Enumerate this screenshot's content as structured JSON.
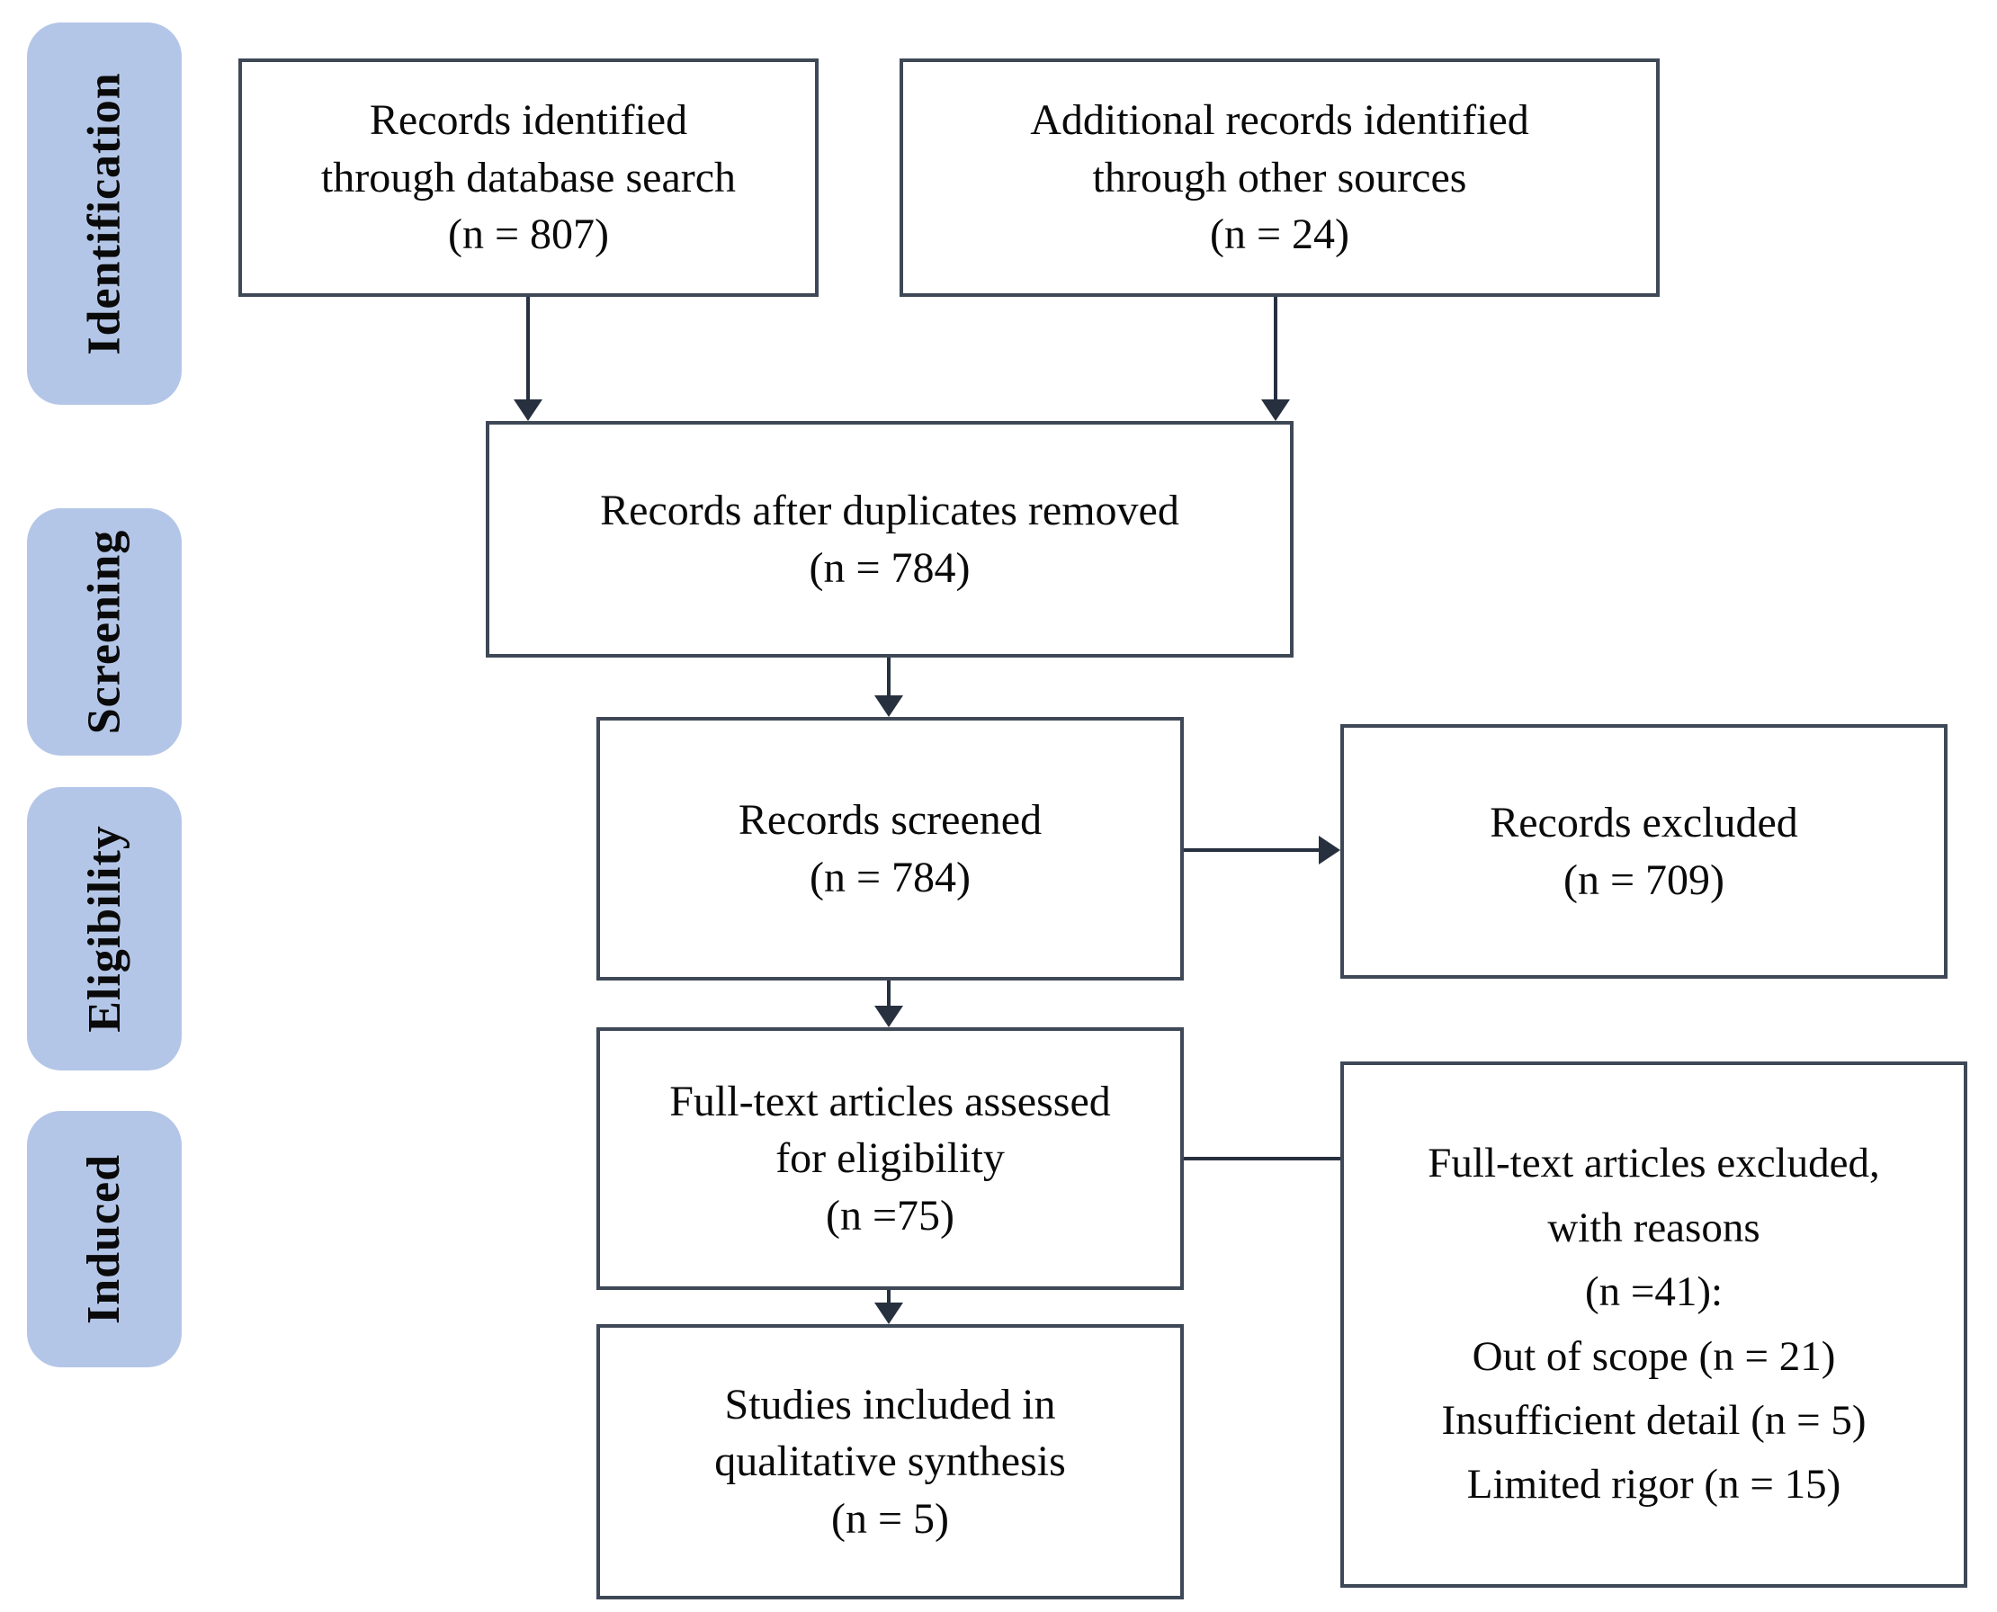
{
  "diagram": {
    "type": "prisma-flow-diagram",
    "colors": {
      "stage_fill": "#b4c6e7",
      "box_border": "#3e4856",
      "arrow": "#27303f",
      "text": "#0a0a0a",
      "background": "#ffffff"
    },
    "stages": [
      {
        "label": "Identification"
      },
      {
        "label": "Screening"
      },
      {
        "label": "Eligibility"
      },
      {
        "label": "Induced"
      }
    ],
    "boxes": {
      "records_identified": {
        "lines": [
          "Records identified",
          "through database search",
          "(n = 807)"
        ]
      },
      "additional_records": {
        "lines": [
          "Additional records identified",
          "through other sources",
          "(n = 24)"
        ]
      },
      "after_duplicates": {
        "lines": [
          "Records after duplicates removed",
          "(n = 784)"
        ]
      },
      "records_screened": {
        "lines": [
          "Records screened",
          "(n = 784)"
        ]
      },
      "records_excluded": {
        "lines": [
          "Records excluded",
          "(n = 709)"
        ]
      },
      "fulltext_assessed": {
        "lines": [
          "Full-text articles assessed",
          "for eligibility",
          "(n =75)"
        ]
      },
      "fulltext_excluded": {
        "lines": [
          "Full-text articles excluded,",
          "with reasons",
          "(n =41):",
          "Out of scope (n = 21)",
          "Insufficient detail (n = 5)",
          "Limited rigor (n = 15)"
        ]
      },
      "studies_included": {
        "lines": [
          "Studies included in",
          "qualitative synthesis",
          "(n = 5)"
        ]
      }
    }
  }
}
